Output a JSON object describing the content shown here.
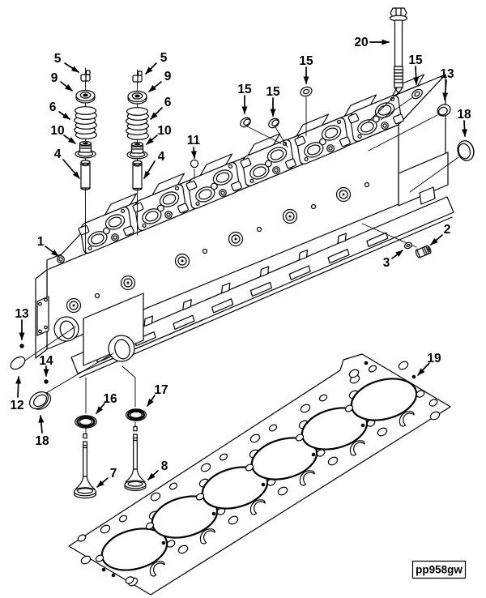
{
  "figure_code": "pp958gw",
  "colors": {
    "background": "#ffffff",
    "line": "#000000"
  },
  "callouts": [
    {
      "id": "callout-5-left",
      "label": "5"
    },
    {
      "id": "callout-9-left",
      "label": "9"
    },
    {
      "id": "callout-6-left",
      "label": "6"
    },
    {
      "id": "callout-10-left",
      "label": "10"
    },
    {
      "id": "callout-4-left",
      "label": "4"
    },
    {
      "id": "callout-5-right",
      "label": "5"
    },
    {
      "id": "callout-9-right",
      "label": "9"
    },
    {
      "id": "callout-6-right",
      "label": "6"
    },
    {
      "id": "callout-10-right",
      "label": "10"
    },
    {
      "id": "callout-4-right",
      "label": "4"
    },
    {
      "id": "callout-11",
      "label": "11"
    },
    {
      "id": "callout-15-a",
      "label": "15"
    },
    {
      "id": "callout-15-b",
      "label": "15"
    },
    {
      "id": "callout-15-c",
      "label": "15"
    },
    {
      "id": "callout-20",
      "label": "20"
    },
    {
      "id": "callout-15-d",
      "label": "15"
    },
    {
      "id": "callout-13-right",
      "label": "13"
    },
    {
      "id": "callout-18-right",
      "label": "18"
    },
    {
      "id": "callout-1",
      "label": "1"
    },
    {
      "id": "callout-13-left",
      "label": "13"
    },
    {
      "id": "callout-14",
      "label": "14"
    },
    {
      "id": "callout-12",
      "label": "12"
    },
    {
      "id": "callout-18-left",
      "label": "18"
    },
    {
      "id": "callout-16",
      "label": "16"
    },
    {
      "id": "callout-17",
      "label": "17"
    },
    {
      "id": "callout-7",
      "label": "7"
    },
    {
      "id": "callout-8",
      "label": "8"
    },
    {
      "id": "callout-2",
      "label": "2"
    },
    {
      "id": "callout-3",
      "label": "3"
    },
    {
      "id": "callout-19",
      "label": "19"
    }
  ]
}
